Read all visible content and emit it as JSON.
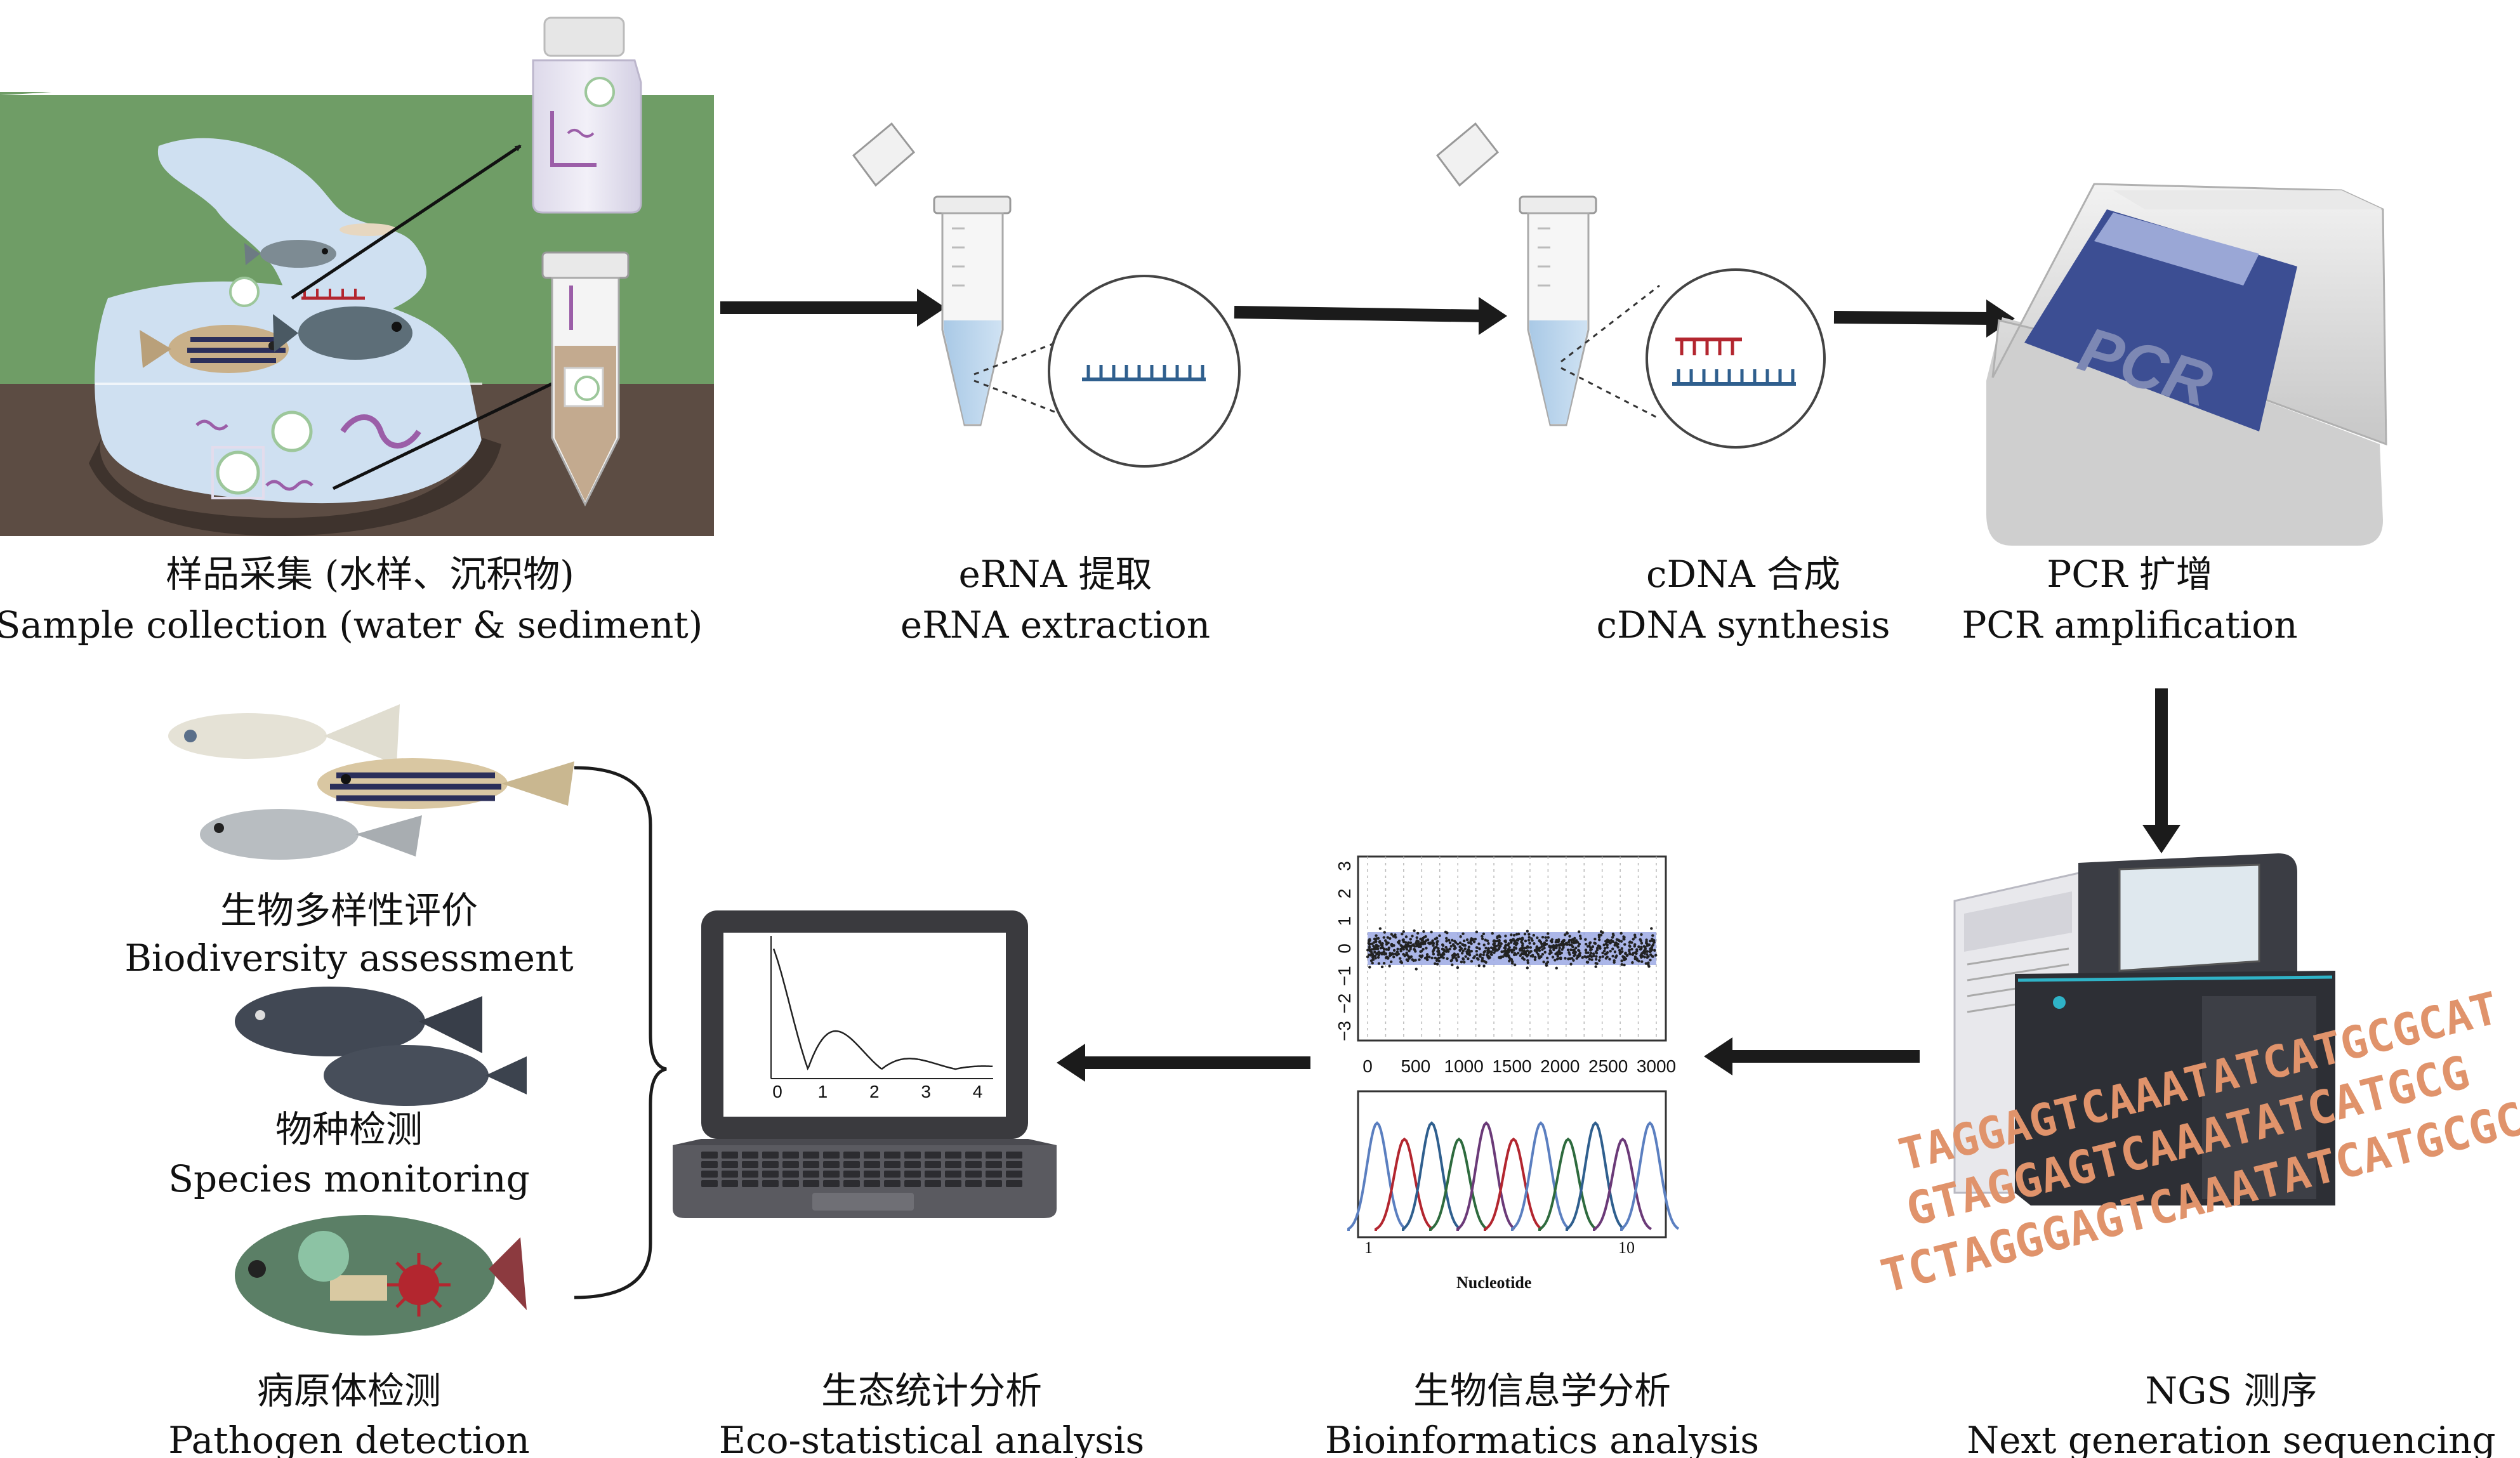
{
  "colors": {
    "grass": "#6f9d66",
    "soil": "#5c4c43",
    "water": "#cfe0f1",
    "arrow": "#1b1b1b",
    "strand_blue": "#2f5f8e",
    "strand_red": "#b3262f",
    "dna_letters": "#e0936b",
    "pcr_screen": "#3c4e93",
    "sequencer_body": "#3b3d44"
  },
  "icons": {
    "sample_site": "river-landscape-icon",
    "water_bottle": "sample-bottle-icon",
    "sediment_tube": "sediment-tube-icon",
    "extraction_tube": "microtube-icon",
    "rna": "rna-strand-icon",
    "cdna": "cdna-duplex-icon",
    "pcr": "thermocycler-icon",
    "sequencer": "sequencer-icon",
    "laptop": "laptop-icon",
    "pathogen": "virus-icon"
  },
  "steps": {
    "sample": {
      "zh": "样品采集 (水样、沉积物)",
      "en": "Sample collection (water & sediment)"
    },
    "extraction": {
      "zh": "eRNA 提取",
      "en": "eRNA extraction"
    },
    "synthesis": {
      "zh": "cDNA 合成",
      "en": "cDNA synthesis"
    },
    "pcr": {
      "zh": "PCR 扩增",
      "en": "PCR amplification",
      "device_label": "PCR"
    },
    "ngs": {
      "zh": "NGS 测序",
      "en": "Next generation sequencing"
    },
    "bioinfo": {
      "zh": "生物信息学分析",
      "en": "Bioinformatics analysis"
    },
    "eco": {
      "zh": "生态统计分析",
      "en": "Eco-statistical analysis"
    },
    "biodiversity": {
      "zh": "生物多样性评价",
      "en": "Biodiversity assessment"
    },
    "species": {
      "zh": "物种检测",
      "en": "Species monitoring"
    },
    "pathogen": {
      "zh": "病原体检测",
      "en": "Pathogen detection"
    }
  },
  "dna_lines": [
    "TAGGAGTCAAATATCATGCGCAT",
    "GTAGGAGTCAAATATCATGCG",
    "TCTAGGGAGTCAAATATCATGCGCAT"
  ],
  "chart_data": [
    {
      "type": "scatter",
      "title": "",
      "xlabel": "",
      "ylabel": "",
      "x_ticks": [
        "0",
        "500",
        "1000",
        "1500",
        "2000",
        "2500",
        "3000"
      ],
      "y_ticks": [
        "−3",
        "−2",
        "−1",
        "0",
        "1",
        "2",
        "3"
      ],
      "xlim": [
        0,
        3000
      ],
      "ylim": [
        -3,
        3
      ]
    },
    {
      "type": "line",
      "title": "",
      "xlabel": "Nucleotide",
      "x_ticks": [
        "1",
        "10"
      ],
      "series_colors": [
        "#5b7fc0",
        "#b3262f",
        "#2f5f8e",
        "#2e6b3e",
        "#6b3a78",
        "#b3262f",
        "#5b7fc0",
        "#2e6b3e",
        "#2f5f8e",
        "#6b3a78",
        "#5b7fc0"
      ],
      "peaks": [
        1,
        2,
        3,
        4,
        5,
        6,
        7,
        8,
        9,
        10,
        11
      ]
    },
    {
      "type": "line",
      "title": "",
      "x_ticks": [
        "0",
        "1",
        "2",
        "3",
        "4"
      ],
      "xlim": [
        0,
        4.3
      ],
      "description_curve": "damped oscillation"
    }
  ]
}
